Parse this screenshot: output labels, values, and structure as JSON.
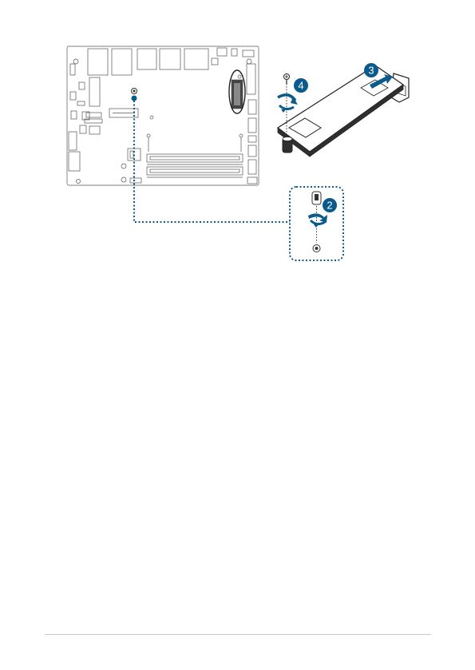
{
  "colors": {
    "accent": "#0b5a8c",
    "line": "#555555",
    "board": "#ffffff",
    "module": "#2f2f2f"
  },
  "steps": {
    "step2": "2",
    "step3": "3",
    "step4": "4"
  },
  "icons": {
    "rotate": "clockwise-arrow-icon",
    "screw": "screw-icon",
    "standoff": "standoff-icon",
    "insert": "insert-arrow-icon"
  }
}
